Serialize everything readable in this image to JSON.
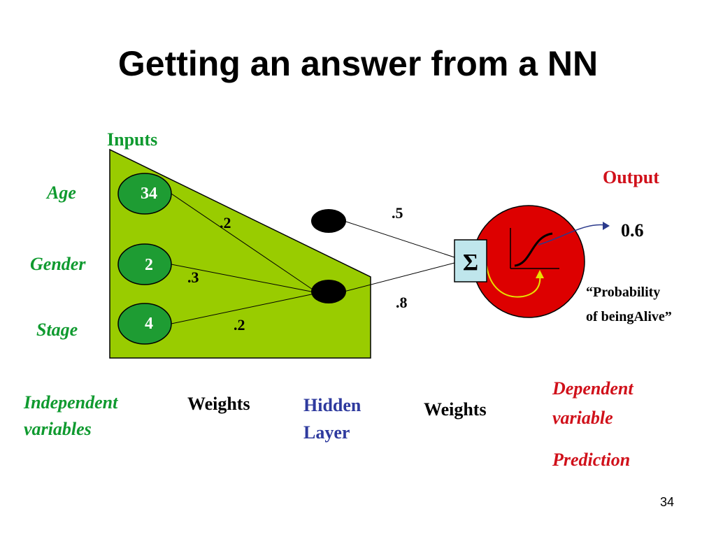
{
  "slide": {
    "title": "Getting an answer from a NN",
    "page_number": "34"
  },
  "inputs": {
    "header": "Inputs",
    "nodes": [
      {
        "label": "Age",
        "value": "34"
      },
      {
        "label": "Gender",
        "value": "2"
      },
      {
        "label": "Stage",
        "value": "4"
      }
    ]
  },
  "weights_input_hidden": [
    ".2",
    ".3",
    ".2"
  ],
  "weights_hidden_output": [
    ".5",
    ".8"
  ],
  "sum_symbol": "Σ",
  "output": {
    "header": "Output",
    "value": "0.6",
    "caption_line1": "“Probability",
    "caption_line2": "of beingAlive”"
  },
  "bottom_labels": {
    "independent_line1": "Independent",
    "independent_line2": "variables",
    "weights_left": "Weights",
    "hidden_line1": "Hidden",
    "hidden_line2": "Layer",
    "weights_right": "Weights",
    "dependent_line1": "Dependent",
    "dependent_line2": "variable",
    "prediction": "Prediction"
  },
  "colors": {
    "input_region": "#99cc00",
    "input_node": "#1e9c33",
    "output_node": "#dd0000",
    "sum_box": "#bfe6ec",
    "arrow": "#2b3a8c",
    "feedback_curve": "#e8e000"
  }
}
